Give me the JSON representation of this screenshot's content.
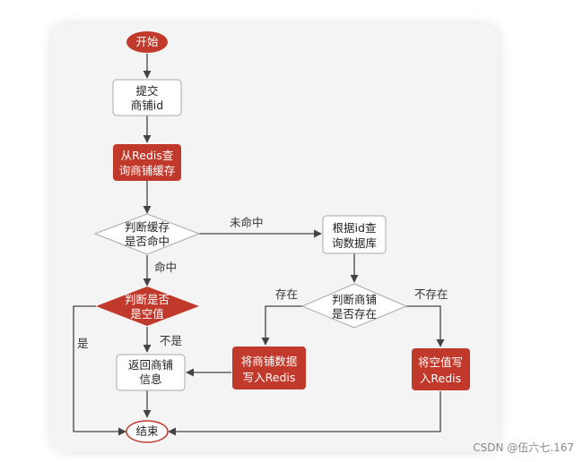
{
  "colors": {
    "accent": "#c0392b",
    "box_border": "#a8a8a8",
    "line": "#444444",
    "text_dark": "#222222",
    "text_light": "#ffffff"
  },
  "nodes": {
    "start": "开始",
    "submit_line1": "提交",
    "submit_line2": "商铺id",
    "query_cache_line1": "从Redis查",
    "query_cache_line2": "询商铺缓存",
    "cache_hit_line1": "判断缓存",
    "cache_hit_line2": "是否命中",
    "query_db_line1": "根据id查",
    "query_db_line2": "询数据库",
    "is_empty_line1": "判断是否",
    "is_empty_line2": "是空值",
    "exists_line1": "判断商铺",
    "exists_line2": "是否存在",
    "return_line1": "返回商铺",
    "return_line2": "信息",
    "write_data_line1": "将商铺数据",
    "write_data_line2": "写入Redis",
    "write_empty_line1": "将空值写",
    "write_empty_line2": "入Redis",
    "end": "结束"
  },
  "edges": {
    "miss": "未命中",
    "hit": "命中",
    "exists": "存在",
    "not_exists": "不存在",
    "yes": "是",
    "no": "不是"
  },
  "watermark": "CSDN @伍六七.167"
}
